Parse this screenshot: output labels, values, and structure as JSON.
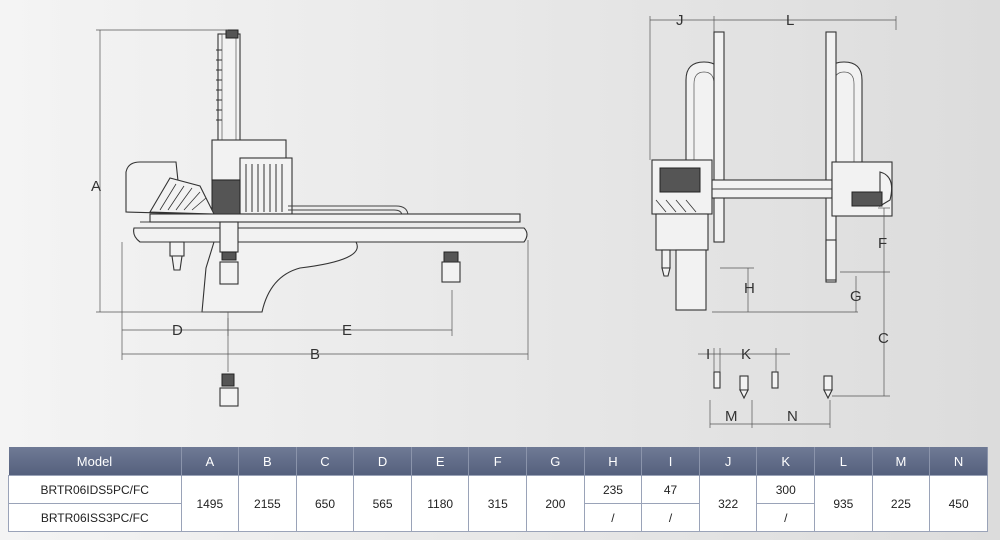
{
  "dimensions": {
    "side_view": [
      "A",
      "B",
      "D",
      "E"
    ],
    "front_view": [
      "J",
      "L",
      "F",
      "H",
      "G",
      "C",
      "I",
      "K",
      "M",
      "N"
    ]
  },
  "table": {
    "headers": [
      "Model",
      "A",
      "B",
      "C",
      "D",
      "E",
      "F",
      "G",
      "H",
      "I",
      "J",
      "K",
      "L",
      "M",
      "N"
    ],
    "models": [
      "BRTR06IDS5PC/FC",
      "BRTR06ISS3PC/FC"
    ],
    "shared": {
      "A": "1495",
      "B": "2155",
      "C": "650",
      "D": "565",
      "E": "1180",
      "F": "315",
      "G": "200",
      "J": "322",
      "L": "935",
      "M": "225",
      "N": "450"
    },
    "row1_split": {
      "H": "235",
      "I": "47",
      "K": "300"
    },
    "row2_split": {
      "H": "/",
      "I": "/",
      "K": "/"
    }
  }
}
